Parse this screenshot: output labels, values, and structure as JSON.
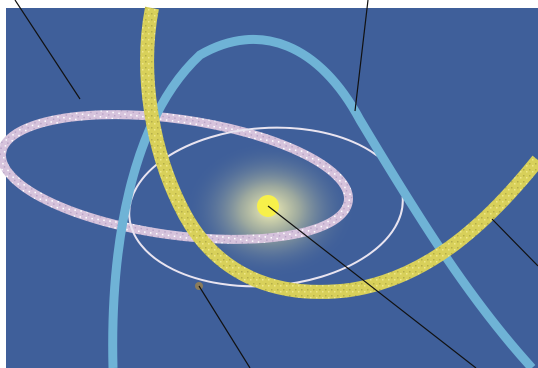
{
  "diagram": {
    "labels": [],
    "colors": {
      "space_background": "#3f5f9a",
      "page_background": "#ffffff",
      "sun": "#f7f04a",
      "sun_glow": "#f3efa0",
      "planet_orbit": "#e9e4f0",
      "inner_belt": "#d6c3dc",
      "yellow_comet_orbit": "#d8d05a",
      "blue_comet_orbit": "#6fb3d6",
      "planet": "#8b7c5b",
      "leader_lines": "#111111"
    },
    "elements": [
      "sun",
      "planet-orbit",
      "planet",
      "inner-belt-orbit",
      "yellow-comet-orbit",
      "blue-comet-orbit",
      "leader-line-belt",
      "leader-line-blue-orbit",
      "leader-line-yellow-orbit",
      "leader-line-planet",
      "leader-line-sun"
    ]
  }
}
